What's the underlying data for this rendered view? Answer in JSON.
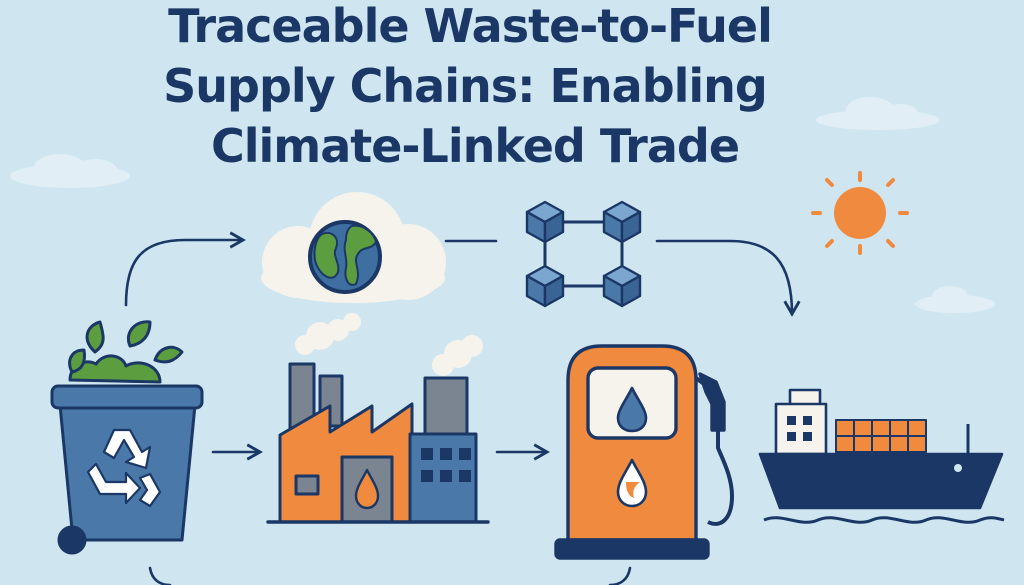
{
  "title": {
    "line1": "Traceable Waste-to-Fuel",
    "line2": "Supply Chains: Enabling",
    "line3": "Climate-Linked Trade"
  },
  "colors": {
    "background": "#cfe6f1",
    "navy": "#1b3766",
    "orange": "#f08a3e",
    "blue": "#4a78a8",
    "green": "#5c9e3f",
    "grey": "#7a8591"
  },
  "icons": [
    "waste-bin-icon",
    "recycle-icon",
    "earth-cloud-icon",
    "blockchain-icon",
    "factory-icon",
    "fuel-pump-icon",
    "cargo-ship-icon",
    "sun-icon"
  ]
}
